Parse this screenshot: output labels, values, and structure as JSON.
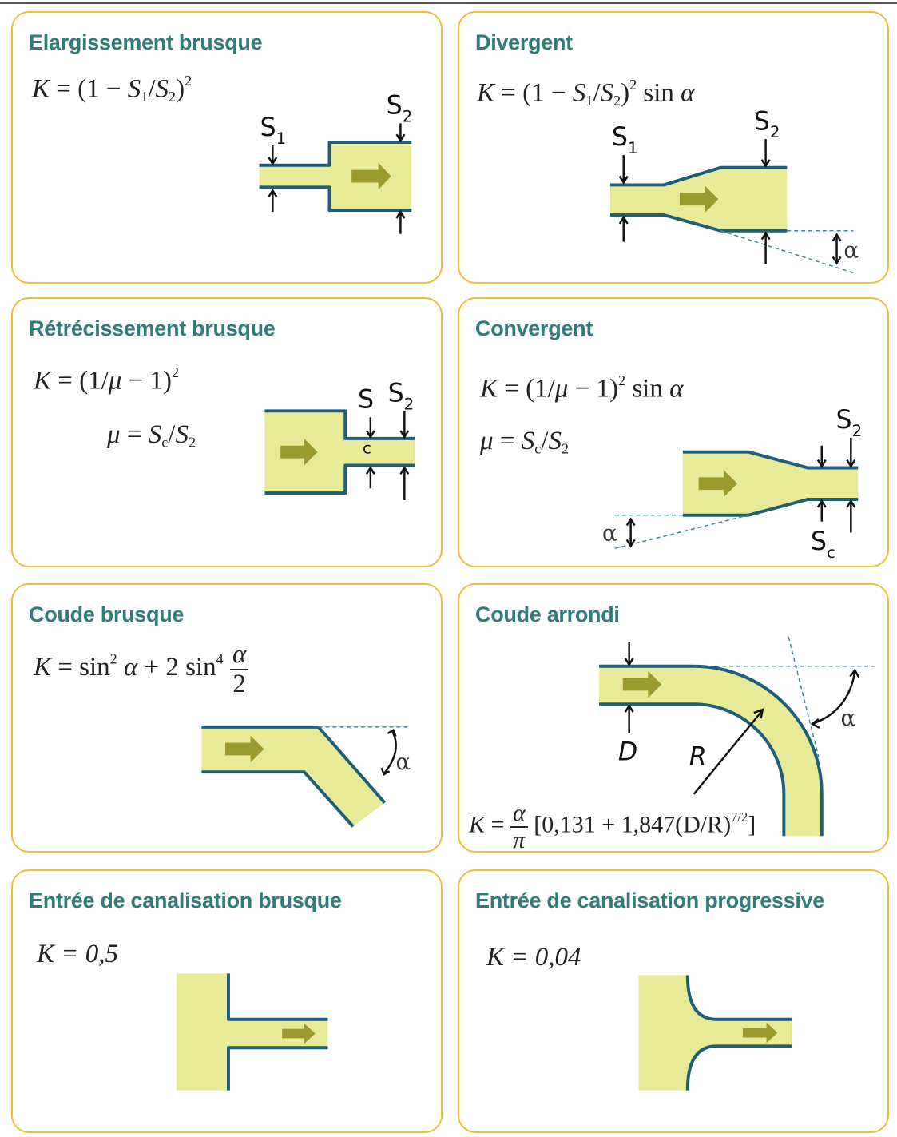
{
  "cards": [
    {
      "title": "Elargissement brusque"
    },
    {
      "title": "Divergent"
    },
    {
      "title": "Rétrécissement brusque"
    },
    {
      "title": "Convergent"
    },
    {
      "title": "Coude brusque"
    },
    {
      "title": "Coude arrondi"
    },
    {
      "title": "Entrée de canalisation brusque"
    },
    {
      "title": "Entrée de canalisation progressive"
    }
  ],
  "labels": {
    "S": "S",
    "one": "1",
    "two": "2",
    "c": "c",
    "D": "D",
    "R": "R",
    "alpha": "α"
  },
  "formulas": {
    "entree_brusque": "K = 0,5",
    "entree_progressive": "K = 0,04",
    "coude_arrondi_bracket": "0,131 + 1,847(D/R)",
    "coude_arrondi_exp": "7/2"
  },
  "colors": {
    "card_border": "#f0bc3c",
    "title": "#2f7c7a",
    "pipe_fill": "#e7ea96",
    "pipe_wall": "#1f5e7a",
    "flow_arrow": "#9a9a2e",
    "guide_line": "#3a88a5"
  }
}
